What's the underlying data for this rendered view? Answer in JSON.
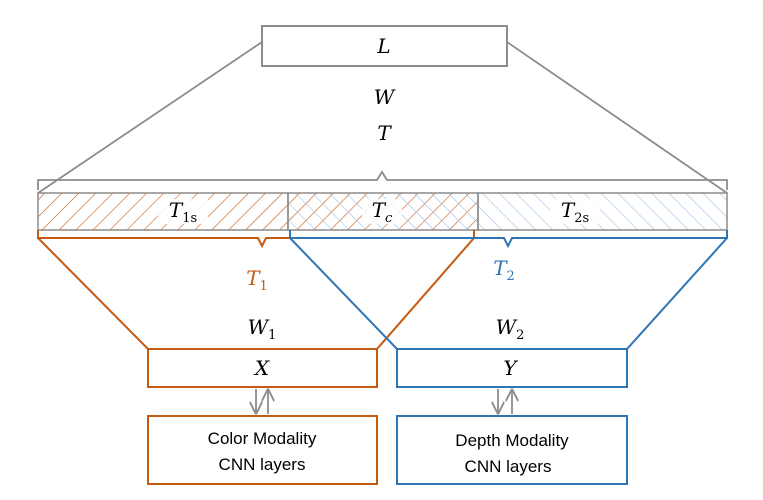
{
  "labels": {
    "L": "L",
    "W": "W",
    "T": "T",
    "T1s": {
      "base": "T",
      "sub": "1s"
    },
    "Tc": {
      "base": "T",
      "sub": "c"
    },
    "T2s": {
      "base": "T",
      "sub": "2s"
    },
    "T1": {
      "base": "T",
      "sub": "1"
    },
    "T2": {
      "base": "T",
      "sub": "2"
    },
    "W1": {
      "base": "W",
      "sub": "1"
    },
    "W2": {
      "base": "W",
      "sub": "2"
    },
    "X": "X",
    "Y": "Y"
  },
  "boxes": {
    "color": {
      "line1": "Color Modality",
      "line2": "CNN layers"
    },
    "depth": {
      "line1": "Depth Modality",
      "line2": "CNN layers"
    }
  },
  "colors": {
    "gray": "#8c8c8c",
    "orange": "#c55a11",
    "blue": "#2e75b6",
    "light_blue": "#9dc3e6",
    "text": "#000000"
  }
}
